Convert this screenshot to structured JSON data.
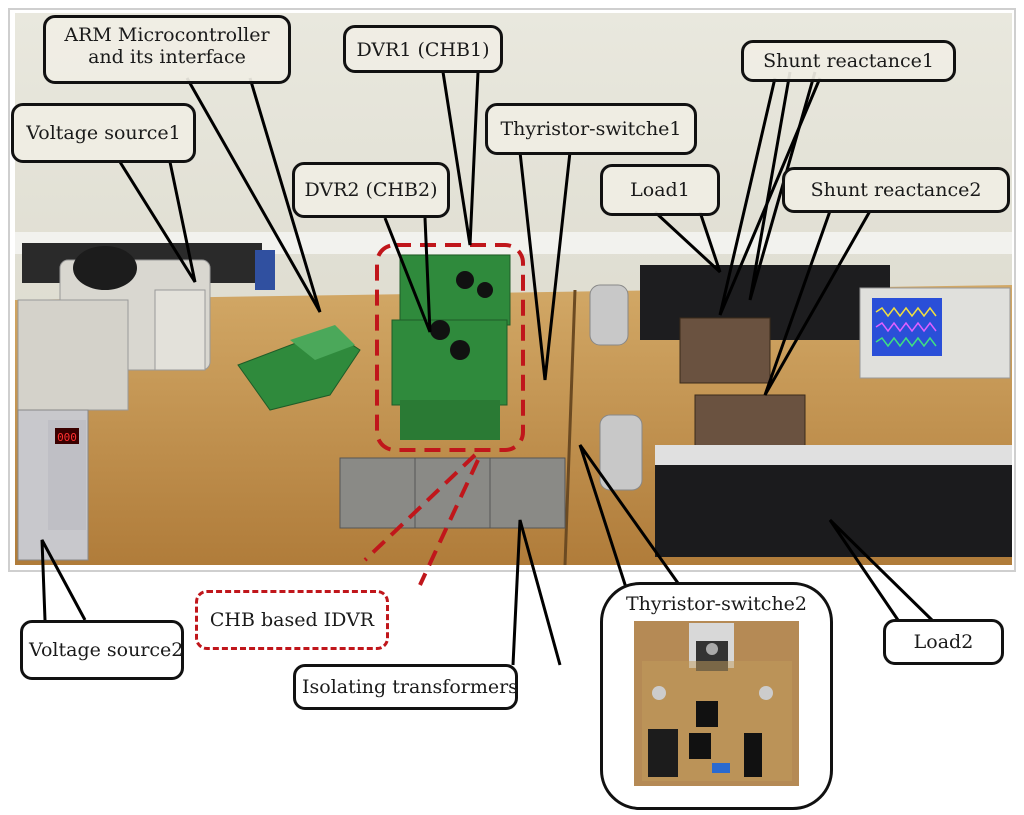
{
  "figure": {
    "description": "Experimental laboratory setup of CHB based IDVR",
    "colors": {
      "callout_border": "#111111",
      "idvr_highlight": "#c0161b",
      "wall": "#e8e6dc",
      "bench": "#c89a55",
      "pcb_green": "#2f8a3c",
      "scope_screen": "#2a4fd8"
    }
  },
  "labels": {
    "arm": "ARM Microcontroller\nand its interface",
    "dvr1": "DVR1 (CHB1)",
    "dvr2": "DVR2 (CHB2)",
    "vs1": "Voltage source1",
    "thy1": "Thyristor-switche1",
    "shunt1": "Shunt reactance1",
    "load1": "Load1",
    "shunt2": "Shunt reactance2",
    "vs2": "Voltage source2",
    "idvr": "CHB based IDVR",
    "iso": "Isolating transformers",
    "thy2": "Thyristor-switche2",
    "load2": "Load2"
  },
  "equipment": {
    "voltage_source2_display": "000"
  }
}
